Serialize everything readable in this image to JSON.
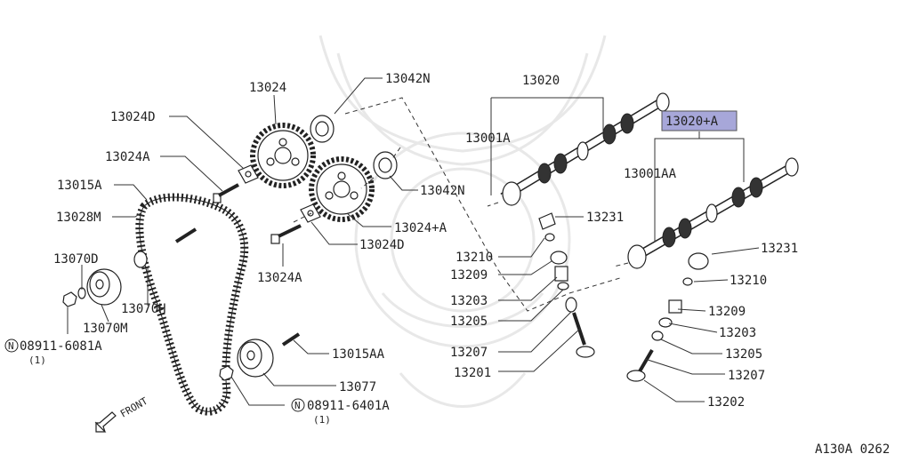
{
  "diagram": {
    "highlight_color": "#a7a7d9",
    "highlighted_part": "13020+A",
    "figure_code": "A130A 0262",
    "front_label": "FRONT",
    "parts": {
      "p13024": "13024",
      "p13042N_top": "13042N",
      "p13020": "13020",
      "p13024D_top": "13024D",
      "p13001A": "13001A",
      "p13020A": "13020+A",
      "p13024A_top": "13024A",
      "p13015A": "13015A",
      "p13001AA": "13001AA",
      "p13042N_mid": "13042N",
      "p13028M": "13028M",
      "p13024PA": "13024+A",
      "p13231_left": "13231",
      "p13024D_mid": "13024D",
      "p13231_right": "13231",
      "p13070D": "13070D",
      "p13210_left": "13210",
      "p13209_left": "13209",
      "p13210_right": "13210",
      "p13024A_bot": "13024A",
      "p13203_left": "13203",
      "p13070H": "13070H",
      "p13209_right": "13209",
      "p13205_left": "13205",
      "p13070M": "13070M",
      "p13203_right": "13203",
      "n08911_6081A": "08911-6081A",
      "q1_left": "(1)",
      "p13207_left": "13207",
      "p13015AA": "13015AA",
      "p13205_right": "13205",
      "p13201": "13201",
      "p13207_right": "13207",
      "p13077": "13077",
      "p13202": "13202",
      "n08911_6401A": "08911-6401A",
      "q1_right": "(1)",
      "n_symbol_1": "N",
      "n_symbol_2": "N"
    }
  }
}
